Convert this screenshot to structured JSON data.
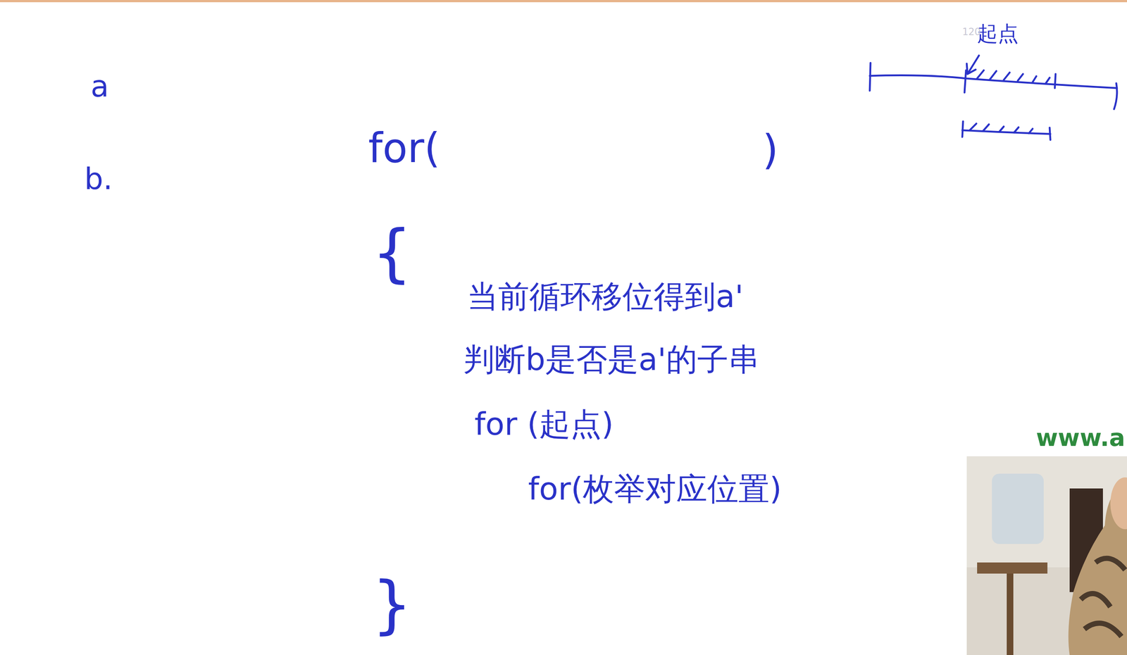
{
  "diagram": {
    "labels": [
      "a",
      "b.",
      "for(",
      ")",
      "{",
      "当前循环移位得到a'",
      "判断b是否是a'的子串",
      "for (起点)",
      "for(枚举对应位置)",
      "}",
      "起点",
      "120",
      "www.a"
    ]
  }
}
